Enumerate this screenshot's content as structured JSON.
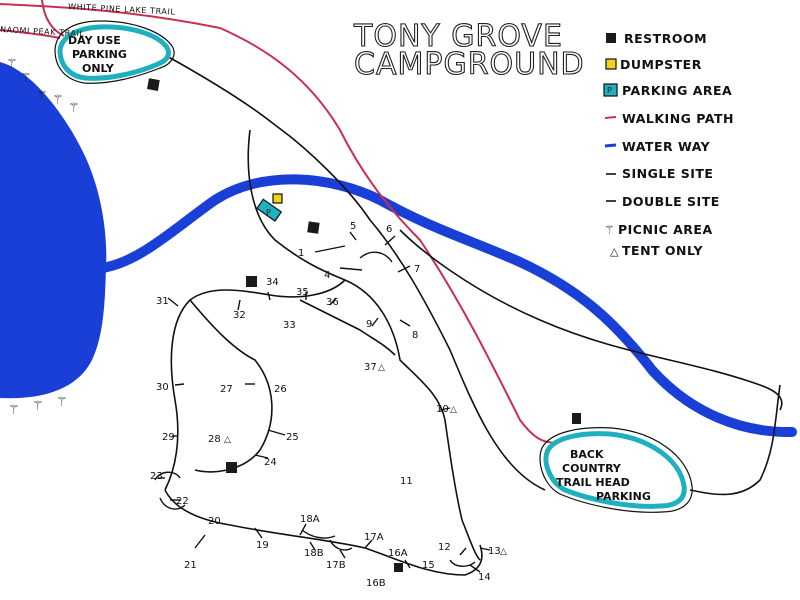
{
  "title": {
    "line1": "TONY GROVE",
    "line2": "CAMPGROUND"
  },
  "trails": {
    "white_pine": "WHITE PINE LAKE TRAIL",
    "naomi": "NAOMI PEAK TRAIL"
  },
  "day_use": {
    "line1": "DAY USE",
    "line2": "PARKING",
    "line3": "ONLY"
  },
  "back_country": {
    "line1": "BACK",
    "line2": "COUNTRY",
    "line3": "TRAIL HEAD",
    "line4": "PARKING"
  },
  "colors": {
    "path": "#c8304f",
    "water": "#1a3fd6",
    "parking": "#1fb0c0",
    "dumpster": "#f2d21a",
    "line": "#111111"
  },
  "legend": {
    "restroom": "RESTROOM",
    "dumpster": "DUMPSTER",
    "parking": "PARKING AREA",
    "walking": "WALKING PATH",
    "water": "WATER WAY",
    "single": "SINGLE SITE",
    "double": "DOUBLE SITE",
    "picnic": "PICNIC AREA",
    "tent": "TENT ONLY"
  },
  "sites": {
    "s1": "1",
    "s4": "4",
    "s5": "5",
    "s6": "6",
    "s7": "7",
    "s8": "8",
    "s9": "9",
    "s10": "10",
    "s11": "11",
    "s12": "12",
    "s13": "13",
    "s14": "14",
    "s15": "15",
    "s16a": "16A",
    "s16b": "16B",
    "s17a": "17A",
    "s17b": "17B",
    "s18a": "18A",
    "s18b": "18B",
    "s19": "19",
    "s20": "20",
    "s21": "21",
    "s22": "22",
    "s23": "23",
    "s24": "24",
    "s25": "25",
    "s26": "26",
    "s27": "27",
    "s28": "28",
    "s29": "29",
    "s30": "30",
    "s31": "31",
    "s32": "32",
    "s33": "33",
    "s34": "34",
    "s35": "35",
    "s36": "36",
    "s37": "37"
  }
}
